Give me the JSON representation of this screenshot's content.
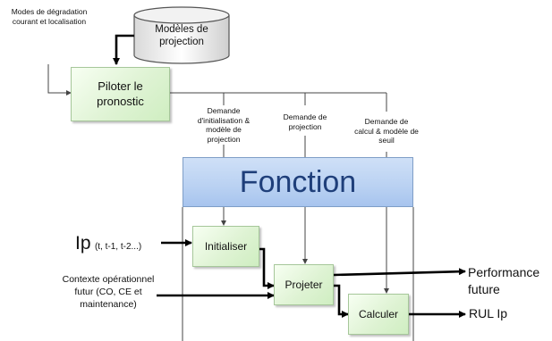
{
  "cylinder": {
    "label": "Modèles de projection"
  },
  "top_left_input": "Modes de dégradation courant et localisation",
  "piloter": {
    "label": "Piloter le pronostic"
  },
  "demands": [
    "Demande d'initialisation & modèle de projection",
    "Demande de projection",
    "Demande de calcul & modèle de seuil"
  ],
  "fonction": {
    "title": "Fonction"
  },
  "initialiser": {
    "label": "Initialiser"
  },
  "projeter": {
    "label": "Projeter"
  },
  "calculer": {
    "label": "Calculer"
  },
  "ip_input": {
    "main": "Ip",
    "sub": "(t, t-1, t-2...)"
  },
  "context_input": "Contexte opérationnel futur (CO, CE et maintenance)",
  "outputs": {
    "performance": "Performance future",
    "rul": "RUL Ip"
  },
  "colors": {
    "process_fill": "#dff3d4",
    "fonction_fill": "#b9d1f2",
    "fonction_text": "#1f3f7a",
    "line": "#000000"
  }
}
